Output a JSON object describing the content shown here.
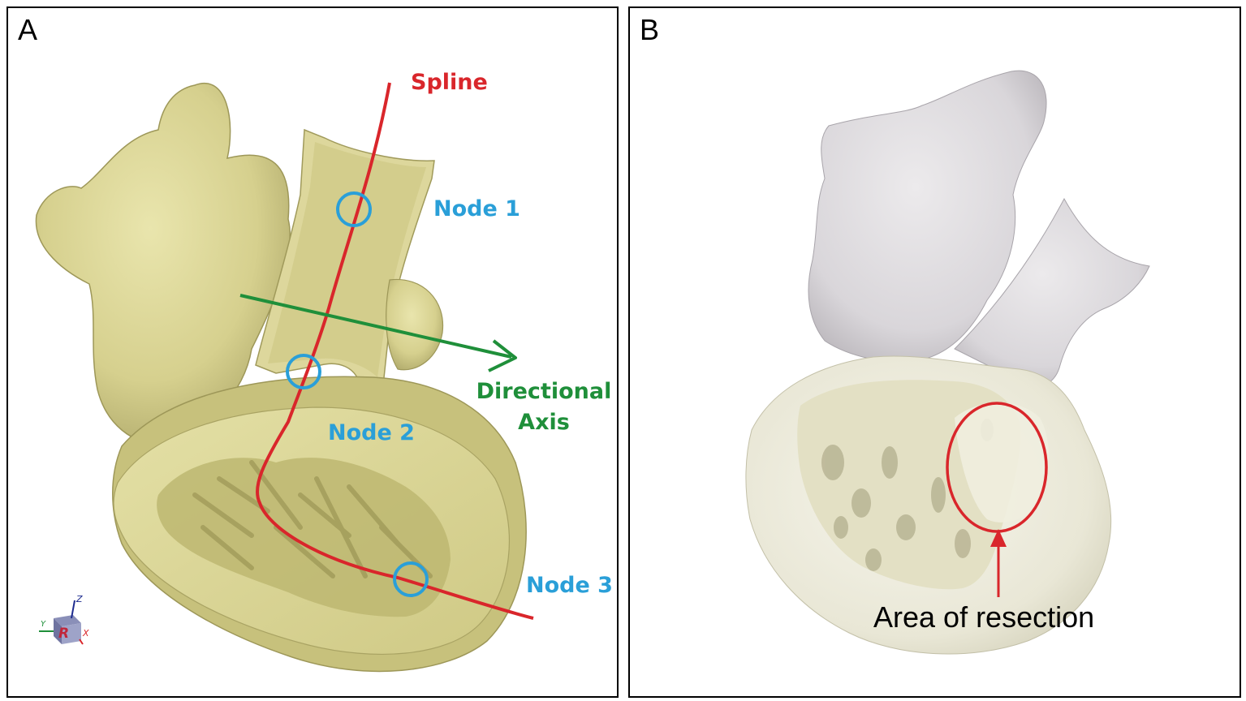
{
  "panels": {
    "a": {
      "letter": "A",
      "labels": {
        "spline": "Spline",
        "node1": "Node 1",
        "node2": "Node 2",
        "node3": "Node 3",
        "directional_axis_line1": "Directional",
        "directional_axis_line2": "Axis"
      },
      "orientation_cube": {
        "face": "R",
        "axes": [
          "Z",
          "Y",
          "X"
        ]
      }
    },
    "b": {
      "letter": "B",
      "annotation": "Area of resection"
    }
  },
  "colors": {
    "model_surface": "#d8d394",
    "spline": "#d9262b",
    "nodes": "#2a9fd8",
    "axis": "#1f8f3a",
    "print_model": "#efeee0",
    "resection_marker": "#d9262b"
  }
}
